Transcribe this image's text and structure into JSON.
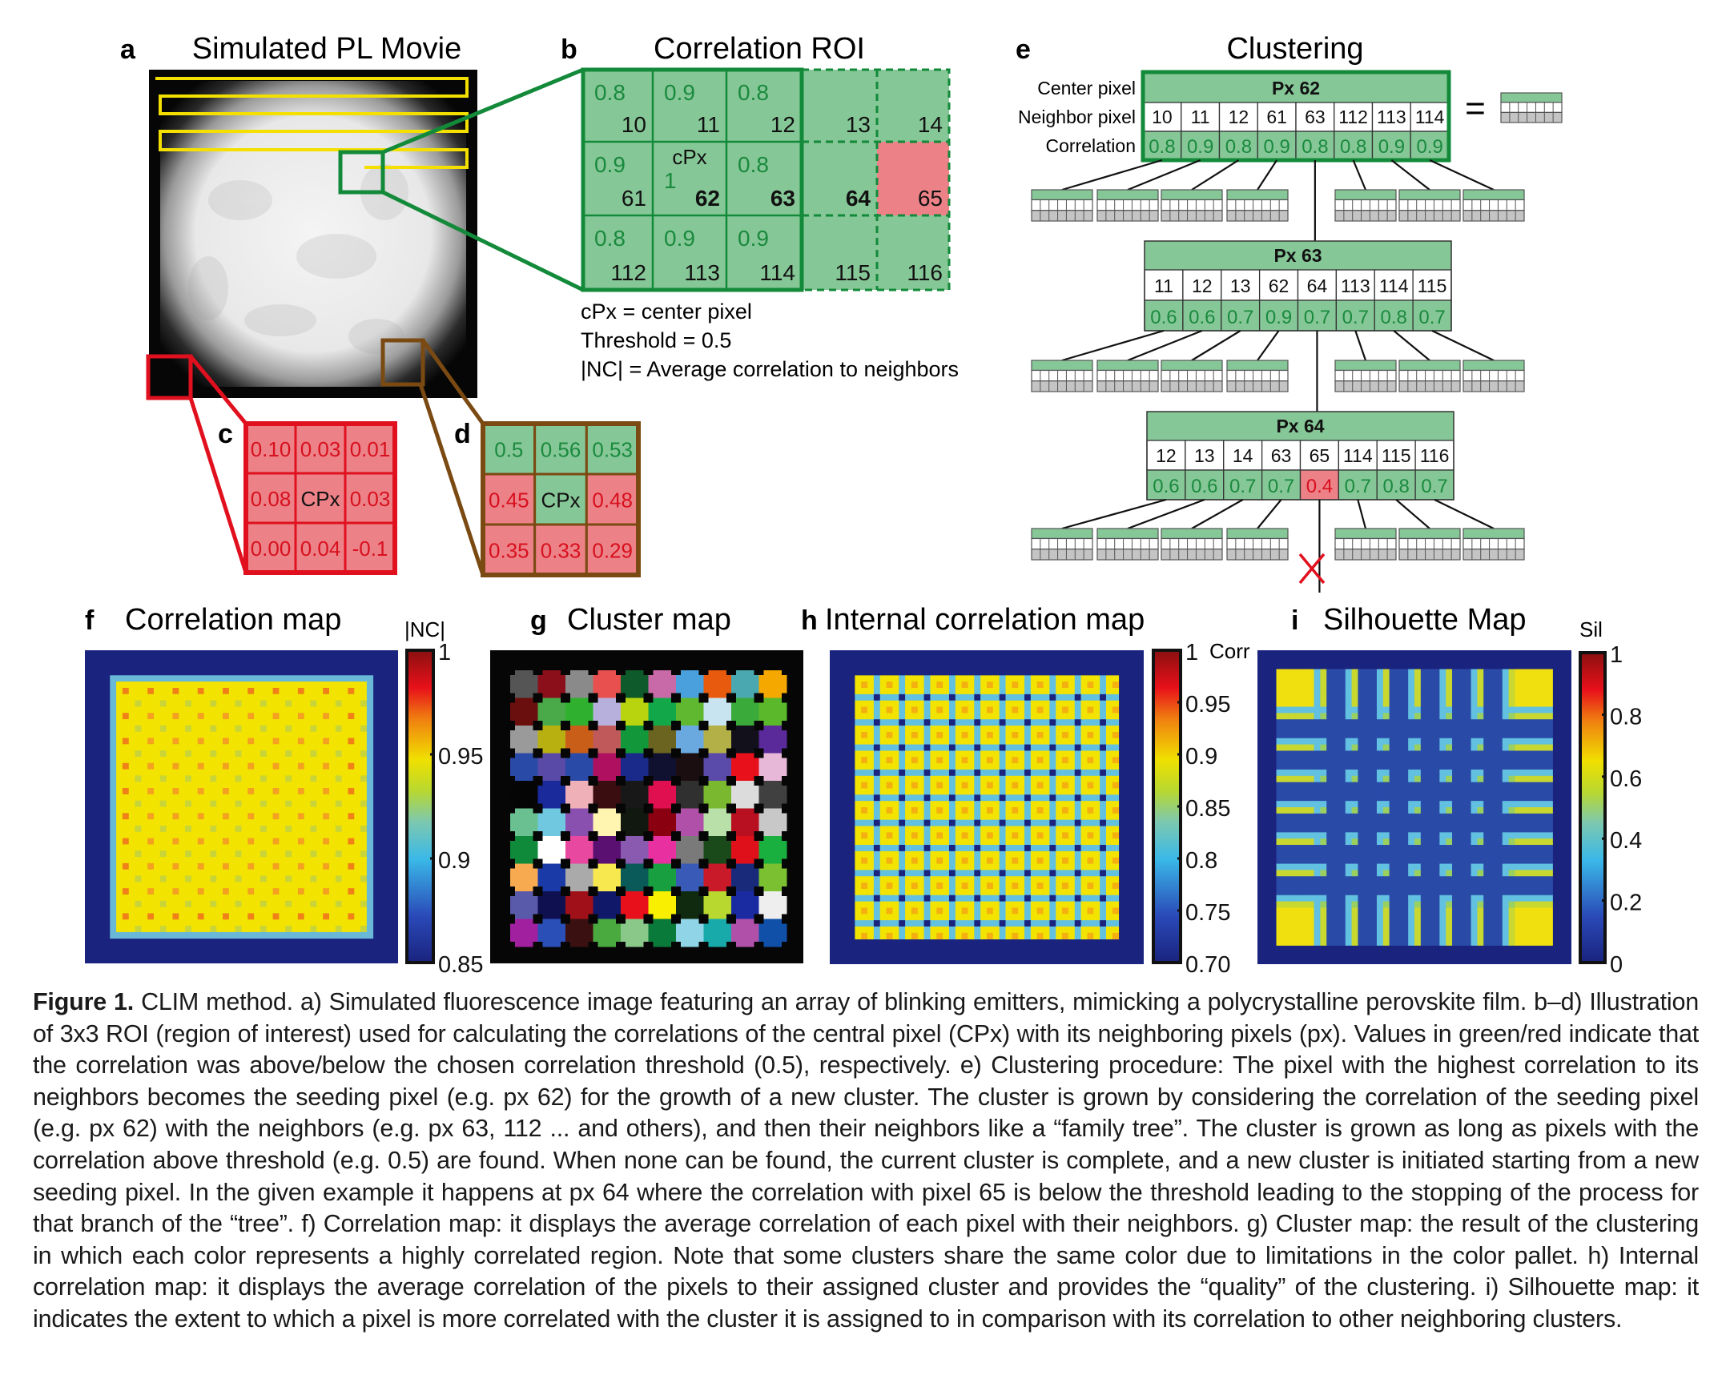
{
  "figure": {
    "number_label": "Figure 1.",
    "caption": "CLIM method. a) Simulated fluorescence image featuring an array of blinking emitters, mimicking a polycrystalline perovskite film. b–d) Illustration of 3x3 ROI (region of interest) used for calculating the correlations of the central pixel (CPx) with its neighboring pixels (px). Values in green/red indicate that the correlation was above/below the chosen correlation threshold (0.5), respectively. e) Clustering procedure: The pixel with the highest correlation to its neighbors becomes the seeding pixel (e.g. px 62) for the growth of a new cluster. The cluster is grown by considering the correlation of the seeding pixel (e.g. px 62) with the neighbors (e.g. px 63, 112 ... and others), and then their neighbors like a “family tree”. The cluster is grown as long as pixels with the correlation above threshold (e.g. 0.5) are found. When none can be found, the current cluster is complete, and a new cluster is initiated starting from a new seeding pixel. In the given example it happens at px 64 where the correlation with pixel 65 is below the threshold leading to the stopping of the process for that branch of the “tree”. f) Correlation map: it displays the average correlation of each pixel with their neighbors. g) Cluster map: the result of the clustering in which each color represents a highly correlated region. Note that some clusters share the same color due to limitations in the color pallet. h) Internal correlation map: it displays the average correlation of the pixels to their assigned cluster and provides the “quality” of the clustering. i) Silhouette map: it indicates the extent to which a pixel is more correlated with the cluster it is assigned to in comparison with its correlation to other neighboring clusters."
  },
  "colors": {
    "green_fill": "#86c797",
    "green_text": "#1a8a3e",
    "green_border": "#138a3a",
    "red_fill": "#ec8288",
    "red_text": "#d8101e",
    "red_border": "#e0101e",
    "brown_border": "#7a4a12",
    "yellow_path": "#f4e000",
    "gray_row": "#c4c4c4",
    "map_background": "#1a237e"
  },
  "panel_a": {
    "letter": "a",
    "title": "Simulated PL Movie"
  },
  "panel_b": {
    "letter": "b",
    "title": "Correlation ROI",
    "cells": [
      {
        "corr": "0.8",
        "px": "10",
        "bold": false,
        "fill": "green",
        "roi": true
      },
      {
        "corr": "0.9",
        "px": "11",
        "bold": false,
        "fill": "green",
        "roi": true
      },
      {
        "corr": "0.8",
        "px": "12",
        "bold": false,
        "fill": "green",
        "roi": true
      },
      {
        "corr": "",
        "px": "13",
        "bold": false,
        "fill": "green",
        "roi": false
      },
      {
        "corr": "",
        "px": "14",
        "bold": false,
        "fill": "green",
        "roi": false
      },
      {
        "corr": "0.9",
        "px": "61",
        "bold": false,
        "fill": "green",
        "roi": true
      },
      {
        "corr": "1",
        "px": "62",
        "bold": true,
        "fill": "green",
        "roi": true,
        "tag": "cPx"
      },
      {
        "corr": "0.8",
        "px": "63",
        "bold": true,
        "fill": "green",
        "roi": true
      },
      {
        "corr": "",
        "px": "64",
        "bold": true,
        "fill": "green",
        "roi": false
      },
      {
        "corr": "",
        "px": "65",
        "bold": false,
        "fill": "red",
        "roi": false
      },
      {
        "corr": "0.8",
        "px": "112",
        "bold": false,
        "fill": "green",
        "roi": true
      },
      {
        "corr": "0.9",
        "px": "113",
        "bold": false,
        "fill": "green",
        "roi": true
      },
      {
        "corr": "0.9",
        "px": "114",
        "bold": false,
        "fill": "green",
        "roi": true
      },
      {
        "corr": "",
        "px": "115",
        "bold": false,
        "fill": "green",
        "roi": false
      },
      {
        "corr": "",
        "px": "116",
        "bold": false,
        "fill": "green",
        "roi": false
      }
    ],
    "legend": [
      "cPx = center pixel",
      "Threshold = 0.5",
      "|NC| = Average correlation to neighbors"
    ]
  },
  "panel_c": {
    "letter": "c",
    "cells": [
      {
        "text": "0.10",
        "fill": "red"
      },
      {
        "text": "0.03",
        "fill": "red"
      },
      {
        "text": "0.01",
        "fill": "red"
      },
      {
        "text": "0.08",
        "fill": "red"
      },
      {
        "text": "CPx",
        "fill": "red",
        "center": true
      },
      {
        "text": "0.03",
        "fill": "red"
      },
      {
        "text": "0.00",
        "fill": "red"
      },
      {
        "text": "0.04",
        "fill": "red"
      },
      {
        "text": "-0.1",
        "fill": "red"
      }
    ]
  },
  "panel_d": {
    "letter": "d",
    "cells": [
      {
        "text": "0.5",
        "fill": "green"
      },
      {
        "text": "0.56",
        "fill": "green"
      },
      {
        "text": "0.53",
        "fill": "green"
      },
      {
        "text": "0.45",
        "fill": "red"
      },
      {
        "text": "CPx",
        "fill": "green",
        "center": true
      },
      {
        "text": "0.48",
        "fill": "red"
      },
      {
        "text": "0.35",
        "fill": "red"
      },
      {
        "text": "0.33",
        "fill": "red"
      },
      {
        "text": "0.29",
        "fill": "red"
      }
    ]
  },
  "panel_e": {
    "letter": "e",
    "title": "Clustering",
    "row_labels": [
      "Center pixel",
      "Neighbor pixel",
      "Correlation"
    ],
    "equals": "=",
    "tables": [
      {
        "header": "Px 62",
        "neighbors": [
          "10",
          "11",
          "12",
          "61",
          "63",
          "112",
          "113",
          "114"
        ],
        "correlations": [
          "0.8",
          "0.9",
          "0.8",
          "0.9",
          "0.8",
          "0.8",
          "0.9",
          "0.9"
        ],
        "below_threshold": [
          false,
          false,
          false,
          false,
          false,
          false,
          false,
          false
        ]
      },
      {
        "header": "Px 63",
        "neighbors": [
          "11",
          "12",
          "13",
          "62",
          "64",
          "113",
          "114",
          "115"
        ],
        "correlations": [
          "0.6",
          "0.6",
          "0.7",
          "0.9",
          "0.7",
          "0.7",
          "0.8",
          "0.7"
        ],
        "below_threshold": [
          false,
          false,
          false,
          false,
          false,
          false,
          false,
          false
        ]
      },
      {
        "header": "Px 64",
        "neighbors": [
          "12",
          "13",
          "14",
          "63",
          "65",
          "114",
          "115",
          "116"
        ],
        "correlations": [
          "0.6",
          "0.6",
          "0.7",
          "0.7",
          "0.4",
          "0.7",
          "0.8",
          "0.7"
        ],
        "below_threshold": [
          false,
          false,
          false,
          false,
          true,
          false,
          false,
          false
        ]
      }
    ],
    "stop_marker": "cross-icon"
  },
  "panel_f": {
    "letter": "f",
    "title": "Correlation map",
    "colorbar_label": "|NC|",
    "colorbar_ticks": [
      "1",
      "0.95",
      "0.9",
      "0.85"
    ],
    "colorbar_range": [
      0.85,
      1
    ]
  },
  "panel_g": {
    "letter": "g",
    "title": "Cluster map",
    "cluster_colors": [
      [
        "#555555",
        "#8b0f1a",
        "#8a8a8a",
        "#e8504f",
        "#0e5a2a",
        "#c86aa8",
        "#4a9fdd",
        "#e85a0e",
        "#4aa8b0",
        "#f5a800"
      ],
      [
        "#6b0e0e",
        "#4aaa4a",
        "#2fb02f",
        "#b8b0dc",
        "#b8d40e",
        "#12a84a",
        "#60b830",
        "#c8e4f0",
        "#3aaa3a",
        "#5ab82a"
      ],
      [
        "#9a9a9a",
        "#b8b010",
        "#c85e18",
        "#c05a5a",
        "#12983a",
        "#6a6420",
        "#6aa8e0",
        "#b4b048",
        "#12101a",
        "#5a2a9a"
      ],
      [
        "#2a4aa8",
        "#5a4aa8",
        "#2a4aa8",
        "#b01060",
        "#1a2a8a",
        "#101030",
        "#1a0e10",
        "#5a4aaa",
        "#e8101a",
        "#e8b8d8"
      ],
      [
        "#050505",
        "#1a2a9a",
        "#f0b0b8",
        "#3a0e10",
        "#181818",
        "#e01050",
        "#303030",
        "#7ab830",
        "#dcdcdc",
        "#404040"
      ],
      [
        "#6ac090",
        "#70c8e0",
        "#8a50b0",
        "#fff4b0",
        "#101810",
        "#8a0010",
        "#b050a8",
        "#b8e0a8",
        "#b81020",
        "#c8c8c8"
      ],
      [
        "#0e8a3a",
        "#ffffff",
        "#e848a0",
        "#5a1070",
        "#8a5ab0",
        "#e830a0",
        "#7a7a7a",
        "#1a4a1a",
        "#e0101a",
        "#1ab040"
      ],
      [
        "#f8aa50",
        "#1a3aa8",
        "#aaaaaa",
        "#f8e850",
        "#0a5a5a",
        "#18a040",
        "#3a5ab8",
        "#c81a28",
        "#1a2a7a",
        "#7ac030"
      ],
      [
        "#5a5aaa",
        "#0e1050",
        "#a01018",
        "#10186a",
        "#e8101a",
        "#f8f000",
        "#102a10",
        "#b8d830",
        "#1a2aa0",
        "#eeeeee"
      ],
      [
        "#a020a0",
        "#2a50b8",
        "#3a1010",
        "#4aaa40",
        "#8ac88a",
        "#0a7a3a",
        "#90d4e8",
        "#18aaaa",
        "#b050a8",
        "#1050a8"
      ]
    ]
  },
  "panel_h": {
    "letter": "h",
    "title": "Internal correlation map",
    "colorbar_label": "Corr",
    "colorbar_ticks": [
      "1",
      "0.95",
      "0.9",
      "0.85",
      "0.8",
      "0.75",
      "0.70"
    ],
    "colorbar_range": [
      0.7,
      1
    ]
  },
  "panel_i": {
    "letter": "i",
    "title": "Silhouette Map",
    "colorbar_label": "Sil",
    "colorbar_ticks": [
      "1",
      "0.8",
      "0.6",
      "0.4",
      "0.2",
      "0"
    ],
    "colorbar_range": [
      0,
      1
    ]
  }
}
